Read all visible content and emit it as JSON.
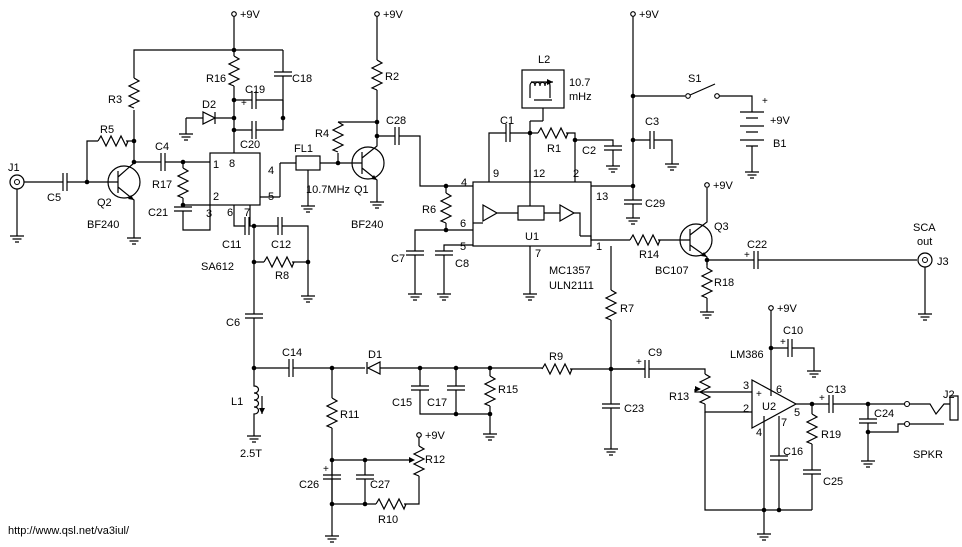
{
  "supply_label": "+9V",
  "footer_url": "http://www.qsl.net/va3iul/",
  "components": {
    "resistors": [
      "R1",
      "R2",
      "R3",
      "R4",
      "R5",
      "R6",
      "R7",
      "R8",
      "R9",
      "R10",
      "R11",
      "R12",
      "R13",
      "R14",
      "R15",
      "R16",
      "R17",
      "R18",
      "R19"
    ],
    "capacitors": [
      "C1",
      "C2",
      "C3",
      "C4",
      "C5",
      "C6",
      "C7",
      "C8",
      "C9",
      "C10",
      "C11",
      "C12",
      "C13",
      "C14",
      "C15",
      "C16",
      "C17",
      "C18",
      "C19",
      "C20",
      "C21",
      "C22",
      "C23",
      "C24",
      "C25",
      "C26",
      "C27",
      "C28",
      "C29"
    ],
    "transistors": [
      "Q1",
      "Q2",
      "Q3"
    ],
    "transistor_types": [
      "BF240",
      "BF240",
      "BC107"
    ],
    "ics": [
      "U1",
      "U2"
    ],
    "ic_types": [
      "SA612",
      "MC1357",
      "ULN2111",
      "LM386"
    ],
    "diodes": [
      "D1",
      "D2"
    ],
    "inductors": [
      "L1",
      "L2"
    ],
    "filters": [
      "FL1"
    ],
    "connectors": [
      "J1",
      "J2",
      "J3"
    ],
    "switches": [
      "S1"
    ],
    "battery": "B1"
  },
  "labels": {
    "fl1_freq": "10.7MHz",
    "l2_freq_1": "10.7",
    "l2_freq_2": "mHz",
    "l1_turns": "2.5T",
    "sca_1": "SCA",
    "sca_2": "out",
    "spkr": "SPKR",
    "plus": "+"
  },
  "pins": {
    "sa612": [
      "1",
      "2",
      "3",
      "4",
      "5",
      "6",
      "7",
      "8"
    ],
    "mc1357": [
      "1",
      "2",
      "4",
      "5",
      "6",
      "7",
      "9",
      "12",
      "13"
    ],
    "lm386": [
      "2",
      "3",
      "4",
      "5",
      "6",
      "7"
    ]
  }
}
